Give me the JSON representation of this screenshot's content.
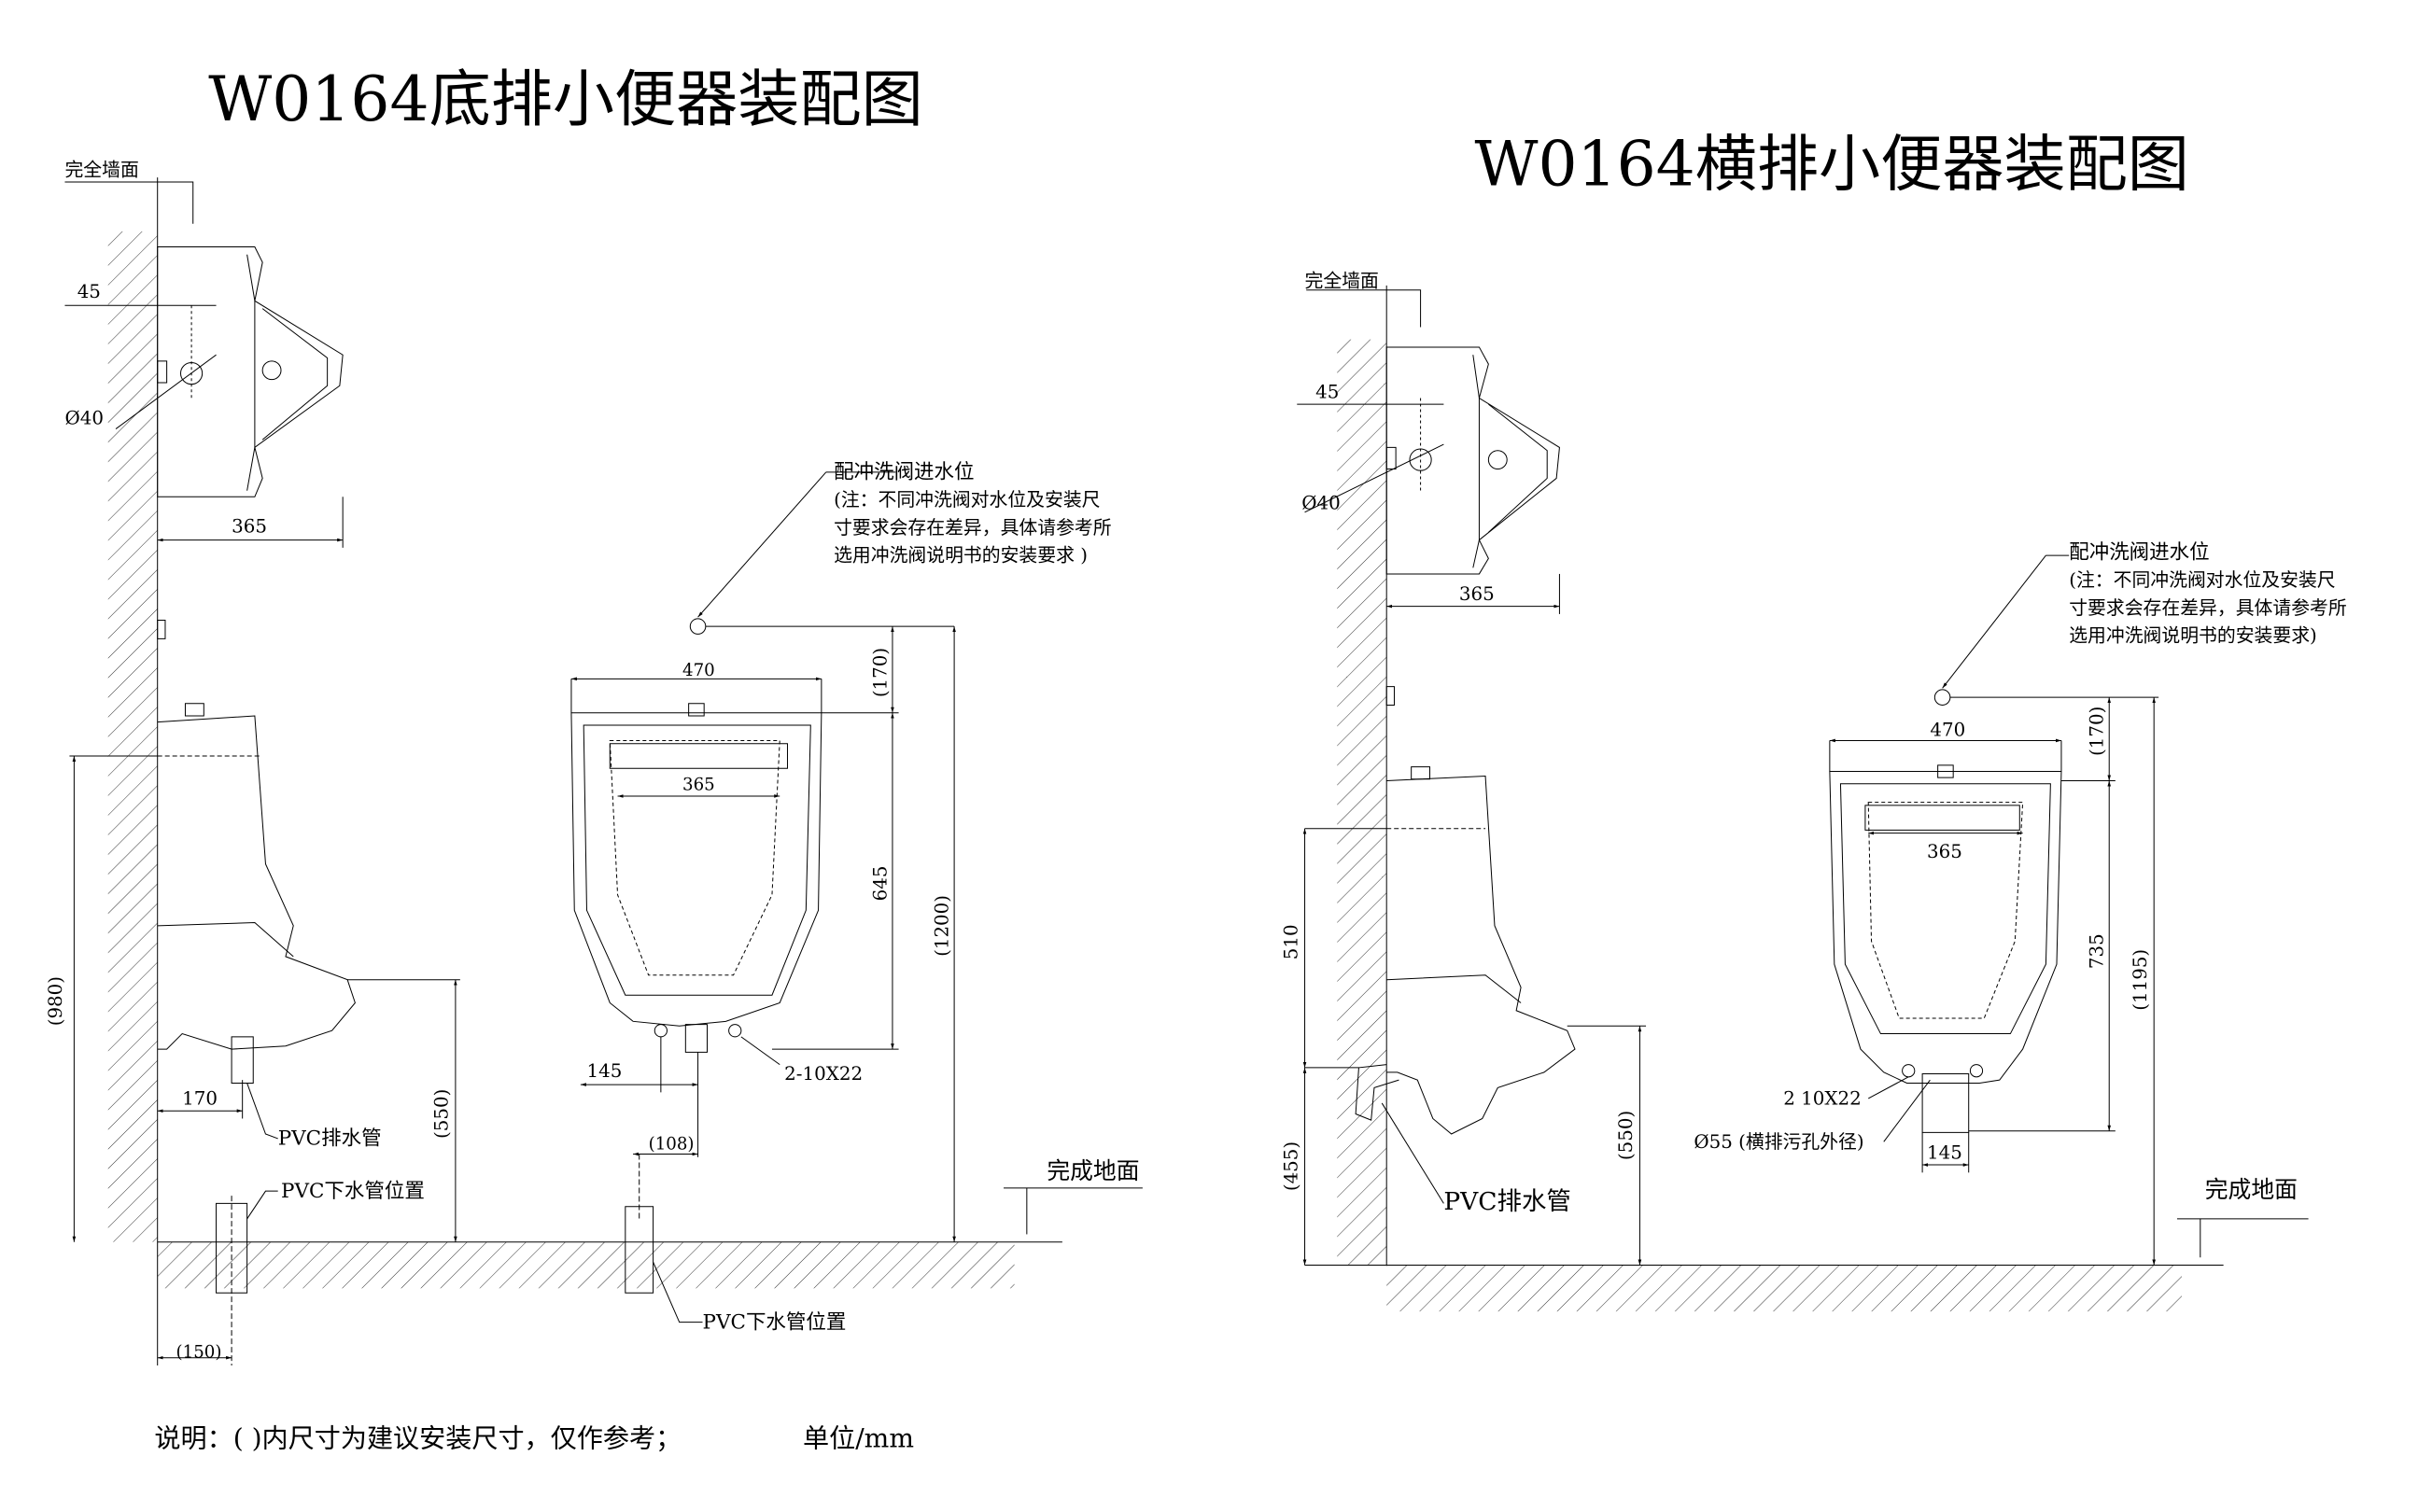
{
  "titles": {
    "bottom_drain": "W0164底排小便器装配图",
    "side_drain": "W0164横排小便器装配图"
  },
  "labels": {
    "finished_wall": "完全墙面",
    "finished_floor": "完成地面",
    "pvc_drain_pipe": "PVC排水管",
    "pvc_downpipe_position": "PVC下水管位置",
    "flush_valve_inlet": "配冲洗阀进水位",
    "flush_valve_note": [
      "(注：不同冲洗阀对水位及安装尺",
      "寸要求会存在差异，具体请参考所",
      "选用冲洗阀说明书的安装要求 )"
    ],
    "flush_valve_note_side": [
      "(注：不同冲洗阀对水位及安装尺",
      "寸要求会存在差异，具体请参考所",
      "选用冲洗阀说明书的安装要求)"
    ],
    "outlet_note": "Ø55 (横排污孔外径)"
  },
  "dims_bottom": {
    "d45": "45",
    "phi40": "Ø40",
    "d365_side": "365",
    "d980": "(980)",
    "d170": "170",
    "d550": "(550)",
    "d150": "(150)",
    "d470": "470",
    "d365": "365",
    "d170p": "(170)",
    "d645": "645",
    "d1200": "(1200)",
    "d145": "145",
    "holes": "2-10X22",
    "d108": "(108)"
  },
  "dims_side": {
    "d45": "45",
    "phi40": "Ø40",
    "d365_side": "365",
    "d510": "510",
    "d455": "(455)",
    "d550": "(550)",
    "d470": "470",
    "d365": "365",
    "d170p": "(170)",
    "d735": "735",
    "d1195": "(1195)",
    "d145": "145",
    "holes": "2 10X22"
  },
  "footer": {
    "note": "说明：( )内尺寸为建议安装尺寸，仅作参考；",
    "unit": "单位/mm"
  }
}
